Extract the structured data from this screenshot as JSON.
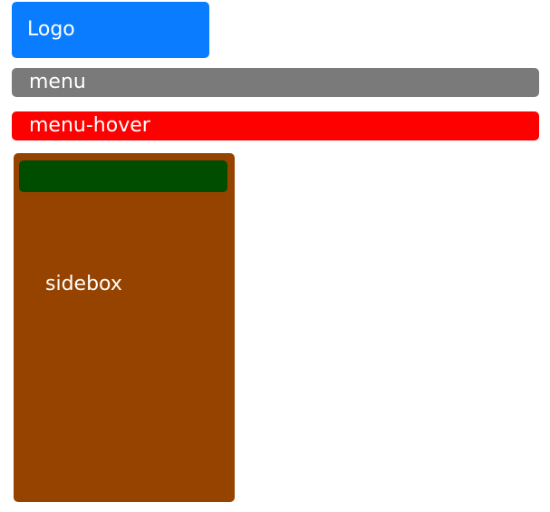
{
  "logo": {
    "label": "Logo",
    "color": "#0a7cff"
  },
  "menu": {
    "label": "menu",
    "color": "#7a7a7a"
  },
  "menu_hover": {
    "label": "menu-hover",
    "color": "#ff0000"
  },
  "sidebox": {
    "label": "sidebox",
    "color": "#974300",
    "header_color": "#004d00"
  }
}
